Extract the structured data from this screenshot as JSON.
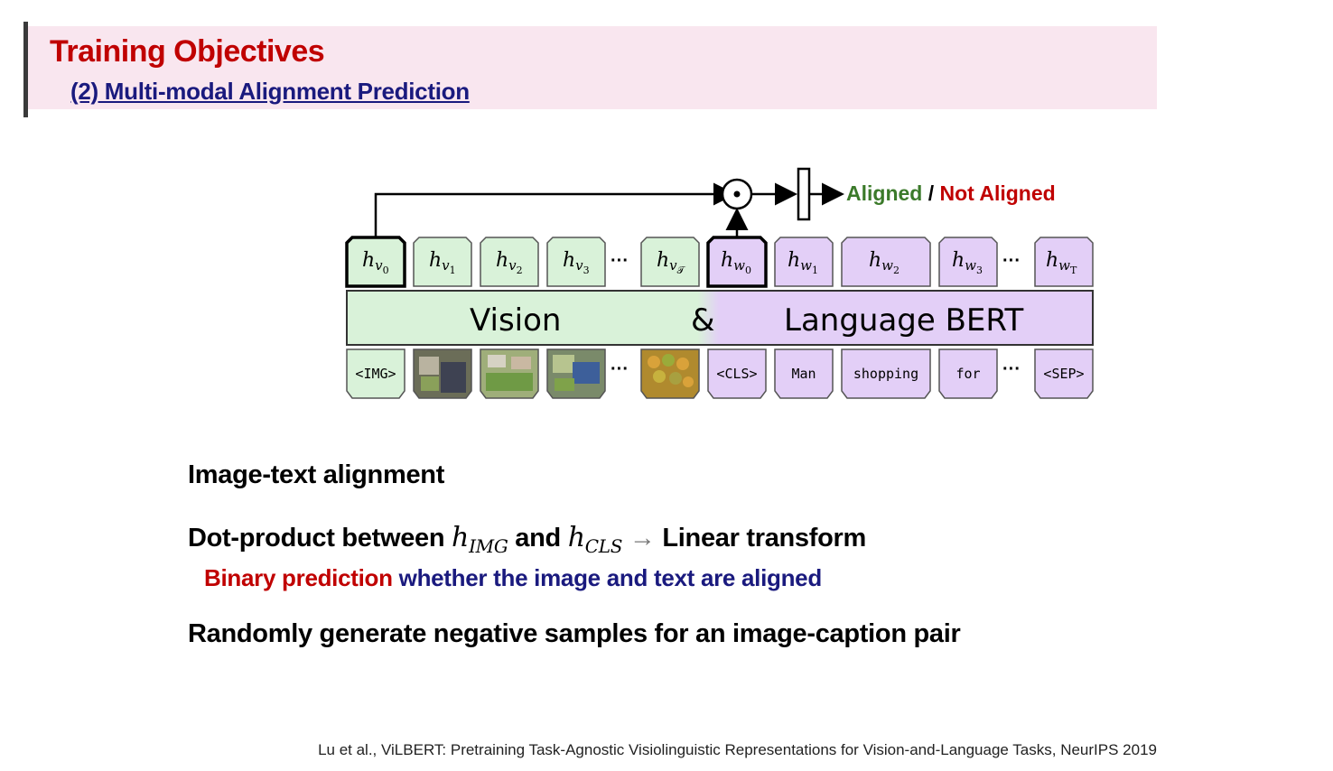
{
  "header": {
    "title": "Training Objectives",
    "subtitle": "(2) Multi-modal Alignment Prediction"
  },
  "figure": {
    "output_label_aligned": "Aligned",
    "output_label_sep": " / ",
    "output_label_not_aligned": "Not Aligned",
    "vision_label": "Vision",
    "amp_label": "&",
    "language_label": "Language BERT",
    "ellipsis": "···",
    "vision_hidden": [
      {
        "base": "h",
        "sub": "v",
        "subsub": "0"
      },
      {
        "base": "h",
        "sub": "v",
        "subsub": "1"
      },
      {
        "base": "h",
        "sub": "v",
        "subsub": "2"
      },
      {
        "base": "h",
        "sub": "v",
        "subsub": "3"
      },
      {
        "base": "h",
        "sub": "v",
        "subsub": "𝒯"
      }
    ],
    "word_hidden": [
      {
        "base": "h",
        "sub": "w",
        "subsub": "0"
      },
      {
        "base": "h",
        "sub": "w",
        "subsub": "1"
      },
      {
        "base": "h",
        "sub": "w",
        "subsub": "2"
      },
      {
        "base": "h",
        "sub": "w",
        "subsub": "3"
      },
      {
        "base": "h",
        "sub": "w",
        "subsub": "T"
      }
    ],
    "vision_inputs": [
      "<IMG>"
    ],
    "word_inputs": [
      "<CLS>",
      "Man",
      "shopping",
      "for",
      "<SEP>"
    ],
    "colors": {
      "vision_fill": "#d9f2d9",
      "language_fill": "#e3cff7",
      "aligned": "#3b7a2a",
      "not_aligned": "#c00000"
    }
  },
  "bullets": {
    "b1": "Image-text alignment",
    "b2_pre": "Dot-product between ",
    "b2_h1": "h",
    "b2_h1_sub": "IMG",
    "b2_mid": " and ",
    "b2_h2": "h",
    "b2_h2_sub": "CLS",
    "b2_arrow": " → ",
    "b2_post": "Linear transform",
    "sub_red": "Binary prediction",
    "sub_navy": " whether the image and text are aligned",
    "b3": "Randomly generate negative samples for an image-caption pair"
  },
  "citation": "Lu et al., ViLBERT: Pretraining Task-Agnostic Visiolinguistic Representations for Vision-and-Language Tasks, NeurIPS 2019"
}
